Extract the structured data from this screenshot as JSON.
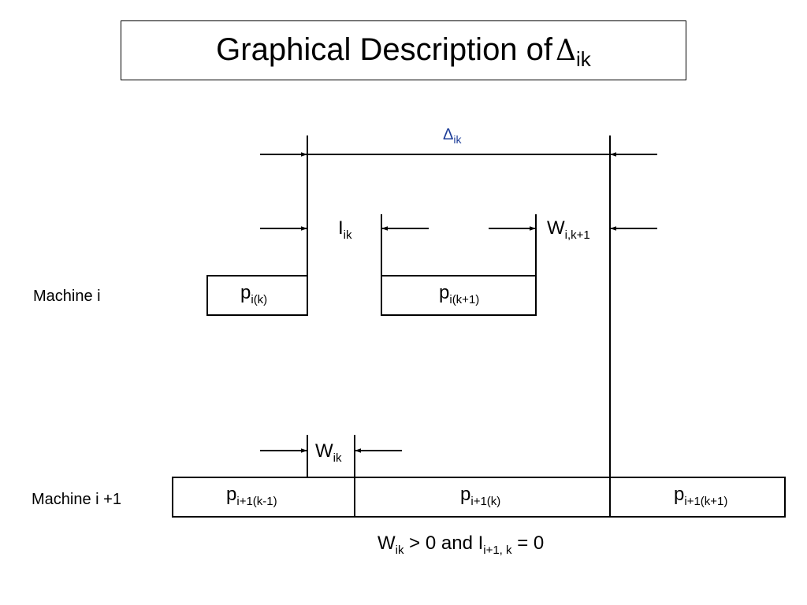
{
  "title": {
    "text": "Graphical Description of",
    "delta": "Δ",
    "subscript": "ik"
  },
  "rows": {
    "machine_i": "Machine i",
    "machine_i1": "Machine i +1"
  },
  "blocks": {
    "p_i_k": {
      "base": "p",
      "sub": "i(k)"
    },
    "p_i_k1": {
      "base": "p",
      "sub": "i(k+1)"
    },
    "p_i1_km1": {
      "base": "p",
      "sub": "i+1(k-1)"
    },
    "p_i1_k": {
      "base": "p",
      "sub": "i+1(k)"
    },
    "p_i1_k1": {
      "base": "p",
      "sub": "i+1(k+1)"
    }
  },
  "dimensions": {
    "delta": {
      "base": "Δ",
      "sub": "ik"
    },
    "idle": {
      "base": "I",
      "sub": "ik"
    },
    "wait_next": {
      "base": "W",
      "sub": "i,k+1"
    },
    "wait": {
      "base": "W",
      "sub": "ik"
    }
  },
  "condition": {
    "w": "W",
    "w_sub": "ik",
    "middle": " > 0 and ",
    "i": "I",
    "i_sub": "i+1, k",
    "end": " = 0"
  },
  "colors": {
    "line": "#000000",
    "delta_label": "#1f3f99"
  }
}
